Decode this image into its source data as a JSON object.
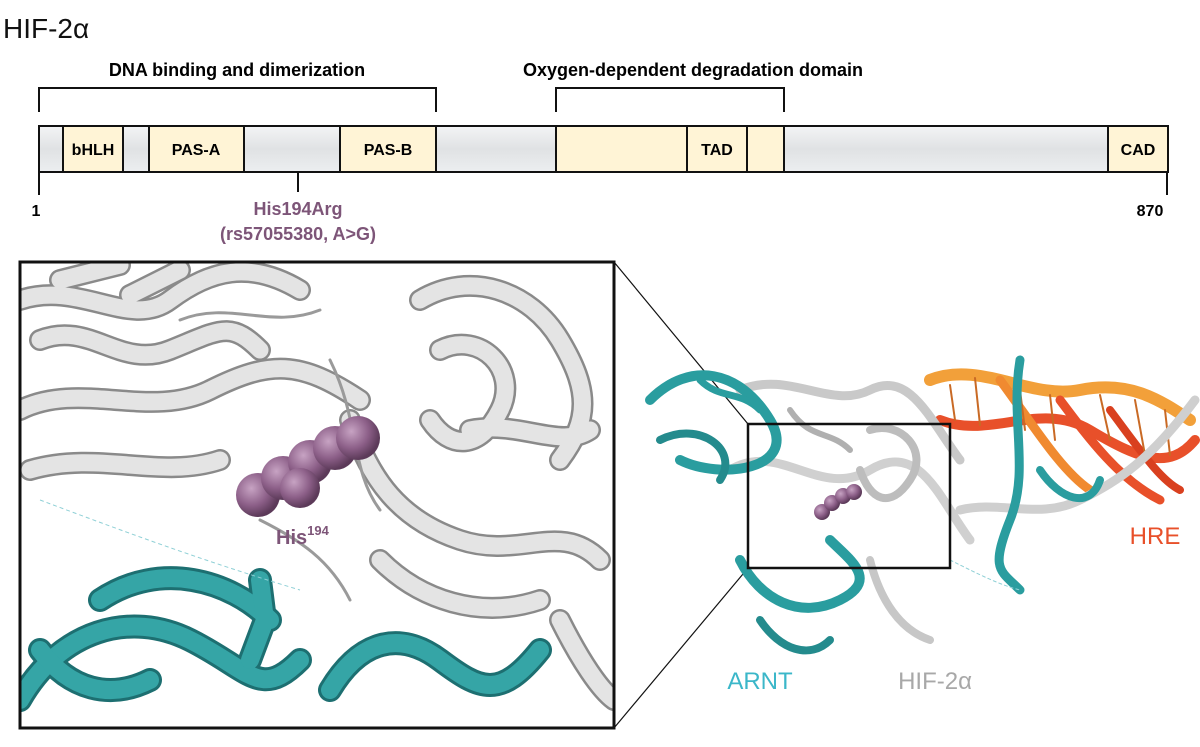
{
  "protein_name": "HIF-2α",
  "regions": {
    "dna_binding": "DNA binding and dimerization",
    "odd": "Oxygen-dependent degradation domain"
  },
  "domains": [
    {
      "label": "bHLH"
    },
    {
      "label": "PAS-A"
    },
    {
      "label": "PAS-B"
    },
    {
      "label": "TAD"
    },
    {
      "label": "CAD"
    }
  ],
  "positions": {
    "start": "1",
    "end": "870"
  },
  "variant": {
    "line1": "His194Arg",
    "line2": "(rs57055380, A>G)"
  },
  "zoom_label": {
    "base": "His",
    "sup": "194"
  },
  "structure_labels": {
    "arnt": "ARNT",
    "hif": "HIF-2α",
    "hre": "HRE"
  },
  "colors": {
    "domain_fill": "#fff4d6",
    "bar_fill": "#e4e6e8",
    "variant": "#7d5578",
    "arnt": "#2a9d9f",
    "arnt_label": "#3bb7c9",
    "hif_ribbon": "#d6d6d6",
    "hif_label": "#a8a8a8",
    "hre": "#e8502a",
    "hre_light": "#f2a03a"
  }
}
